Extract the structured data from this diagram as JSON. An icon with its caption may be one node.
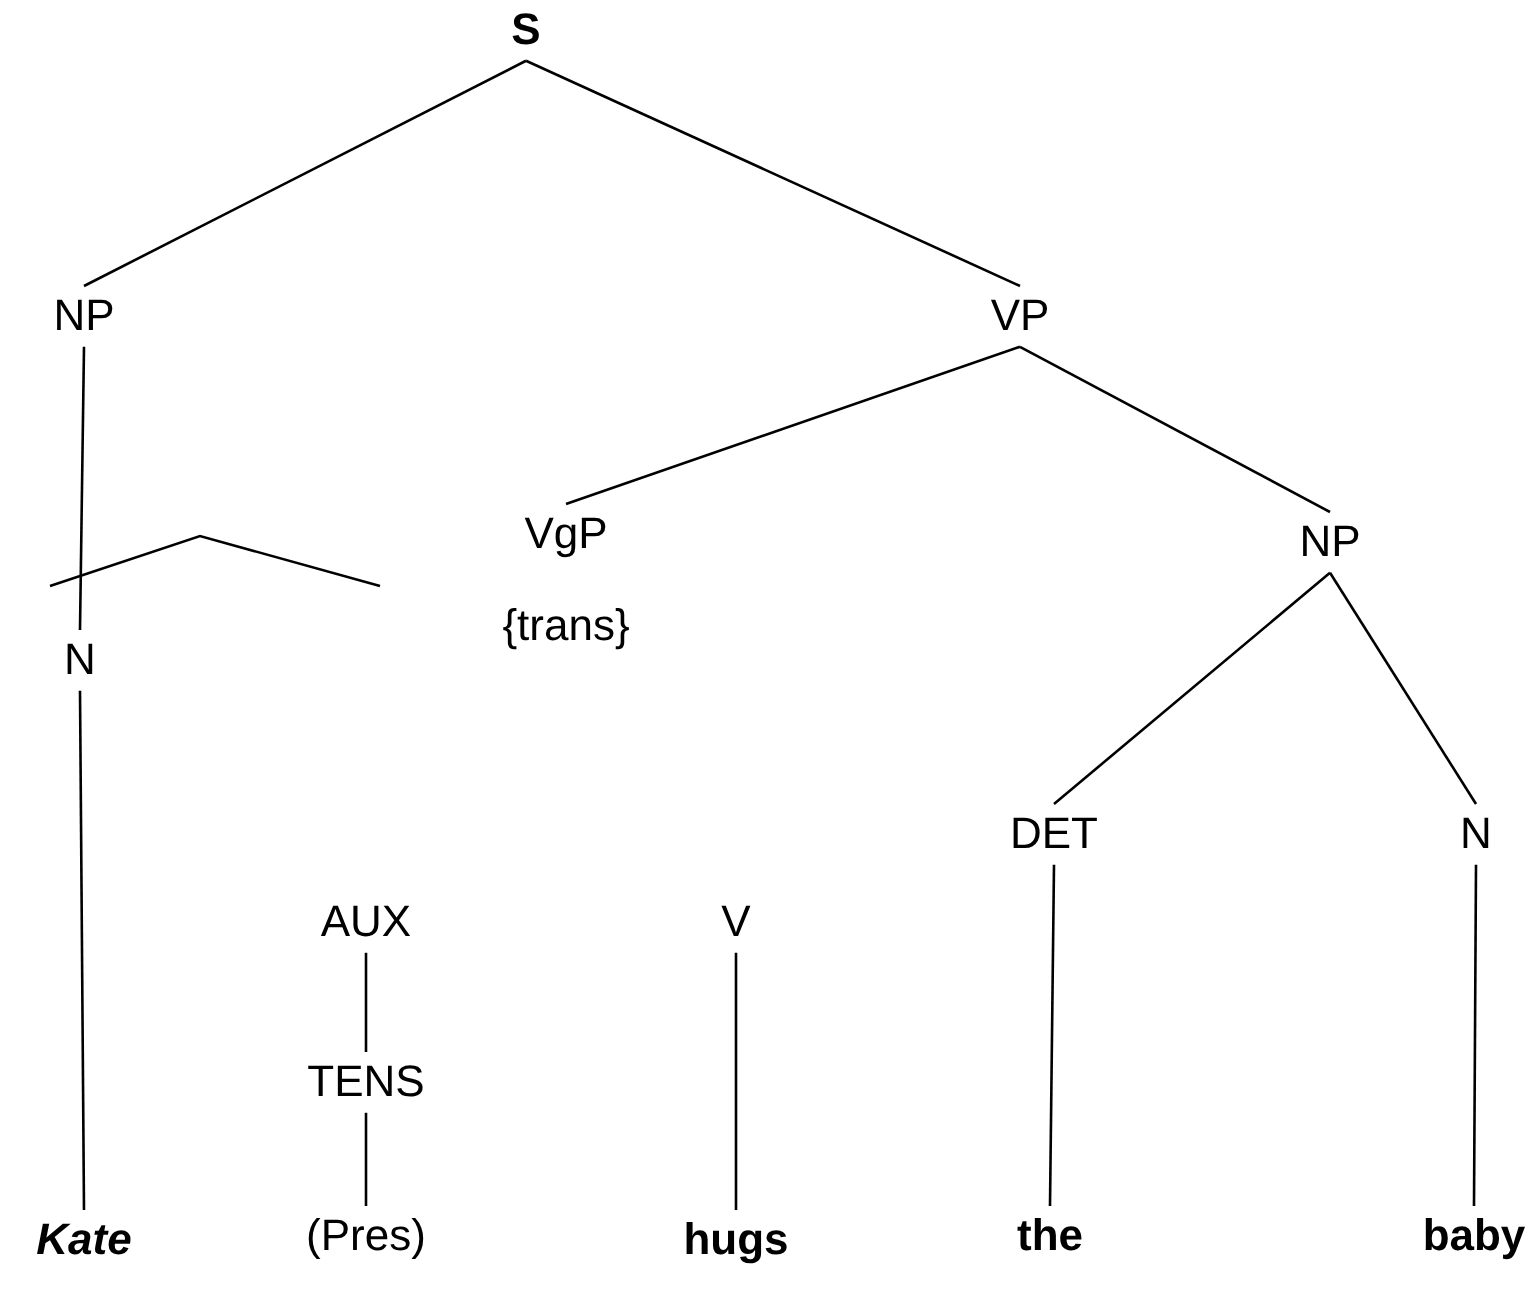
{
  "diagram": {
    "nodes": [
      {
        "text": [
          "S"
        ]
      },
      {
        "text": [
          "NP"
        ]
      },
      {
        "text": [
          "VP"
        ]
      },
      {
        "text": [
          "N"
        ]
      },
      {
        "text": [
          "VgP",
          "{trans}"
        ]
      },
      {
        "text": [
          "NP"
        ]
      },
      {
        "text": [
          "AUX"
        ]
      },
      {
        "text": [
          "V"
        ]
      },
      {
        "text": [
          "DET"
        ]
      },
      {
        "text": [
          "N"
        ]
      },
      {
        "text": [
          "TENS"
        ]
      },
      {
        "text": [
          "Kate"
        ]
      },
      {
        "text": [
          "(Pres)"
        ]
      },
      {
        "text": [
          "hugs"
        ]
      },
      {
        "text": [
          "the"
        ]
      },
      {
        "text": [
          "baby"
        ]
      }
    ],
    "edges": [
      {
        "from": 0,
        "to": 1,
        "arrow": "none"
      },
      {
        "from": 0,
        "to": 2,
        "arrow": "none"
      },
      {
        "from": 1,
        "to": 3,
        "arrow": "none"
      },
      {
        "from": 3,
        "to": 11,
        "arrow": "none"
      },
      {
        "from": 2,
        "to": 4,
        "arrow": "none"
      },
      {
        "from": 2,
        "to": 5,
        "arrow": "none"
      },
      {
        "from": 5,
        "to": 8,
        "arrow": "none"
      },
      {
        "from": 5,
        "to": 9,
        "arrow": "none"
      },
      {
        "from": 8,
        "to": 14,
        "arrow": "none"
      },
      {
        "from": 9,
        "to": 15,
        "arrow": "none"
      },
      {
        "from": 7,
        "to": 13,
        "arrow": "none"
      },
      {
        "from": 6,
        "to": 10,
        "arrow": "none"
      },
      {
        "from": 10,
        "to": 12,
        "arrow": "none"
      }
    ]
  }
}
